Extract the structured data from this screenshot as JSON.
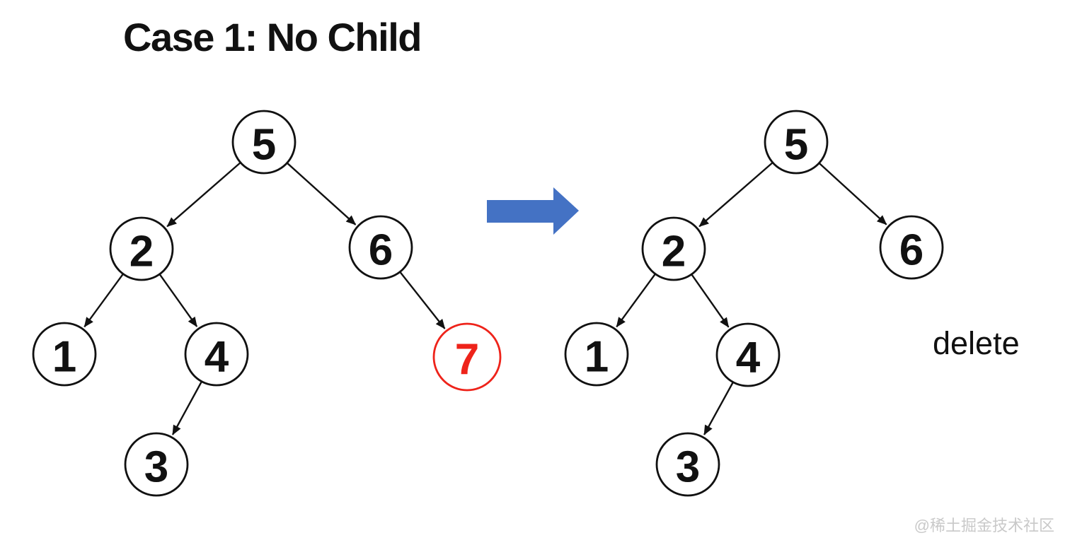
{
  "title": "Case 1: No Child",
  "delete_label": "delete",
  "watermark": "@稀土掘金技术社区",
  "colors": {
    "background": "#ffffff",
    "node_stroke": "#111111",
    "node_fill": "#ffffff",
    "node_text": "#111111",
    "highlight": "#ee231a",
    "edge": "#111111",
    "transition_arrow": "#4472c4",
    "watermark": "#c9c9c9"
  },
  "trees": {
    "before": {
      "label": "tree-before-deletion",
      "nodes": [
        {
          "id": "5",
          "value": "5",
          "highlighted": false
        },
        {
          "id": "2",
          "value": "2",
          "highlighted": false
        },
        {
          "id": "6",
          "value": "6",
          "highlighted": false
        },
        {
          "id": "1",
          "value": "1",
          "highlighted": false
        },
        {
          "id": "4",
          "value": "4",
          "highlighted": false
        },
        {
          "id": "7",
          "value": "7",
          "highlighted": true
        },
        {
          "id": "3",
          "value": "3",
          "highlighted": false
        }
      ],
      "edges": [
        [
          "5",
          "2"
        ],
        [
          "5",
          "6"
        ],
        [
          "2",
          "1"
        ],
        [
          "2",
          "4"
        ],
        [
          "6",
          "7"
        ],
        [
          "4",
          "3"
        ]
      ]
    },
    "after": {
      "label": "tree-after-deletion",
      "nodes": [
        {
          "id": "5",
          "value": "5",
          "highlighted": false
        },
        {
          "id": "2",
          "value": "2",
          "highlighted": false
        },
        {
          "id": "6",
          "value": "6",
          "highlighted": false
        },
        {
          "id": "1",
          "value": "1",
          "highlighted": false
        },
        {
          "id": "4",
          "value": "4",
          "highlighted": false
        },
        {
          "id": "3",
          "value": "3",
          "highlighted": false
        }
      ],
      "edges": [
        [
          "5",
          "2"
        ],
        [
          "5",
          "6"
        ],
        [
          "2",
          "1"
        ],
        [
          "2",
          "4"
        ],
        [
          "4",
          "3"
        ]
      ]
    }
  }
}
